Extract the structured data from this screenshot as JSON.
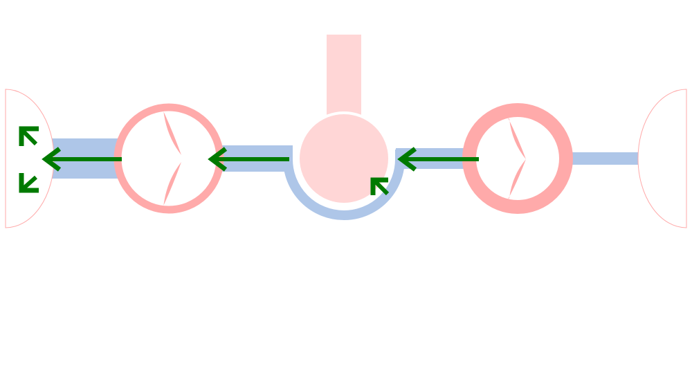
{
  "diagram": {
    "colors": {
      "background": "#ffffff",
      "tube": "#aec6e8",
      "valve_ring": "#ffaaaa",
      "leaflet": "#ffaaaa",
      "chamber": "#ffd6d6",
      "chamber_outline": "#ffaaaa",
      "flow_arrow": "#007a00"
    },
    "flow_direction": "right-to-left",
    "components": [
      "left-chamber",
      "left-valve",
      "central-reservoir",
      "right-valve",
      "right-chamber"
    ]
  }
}
